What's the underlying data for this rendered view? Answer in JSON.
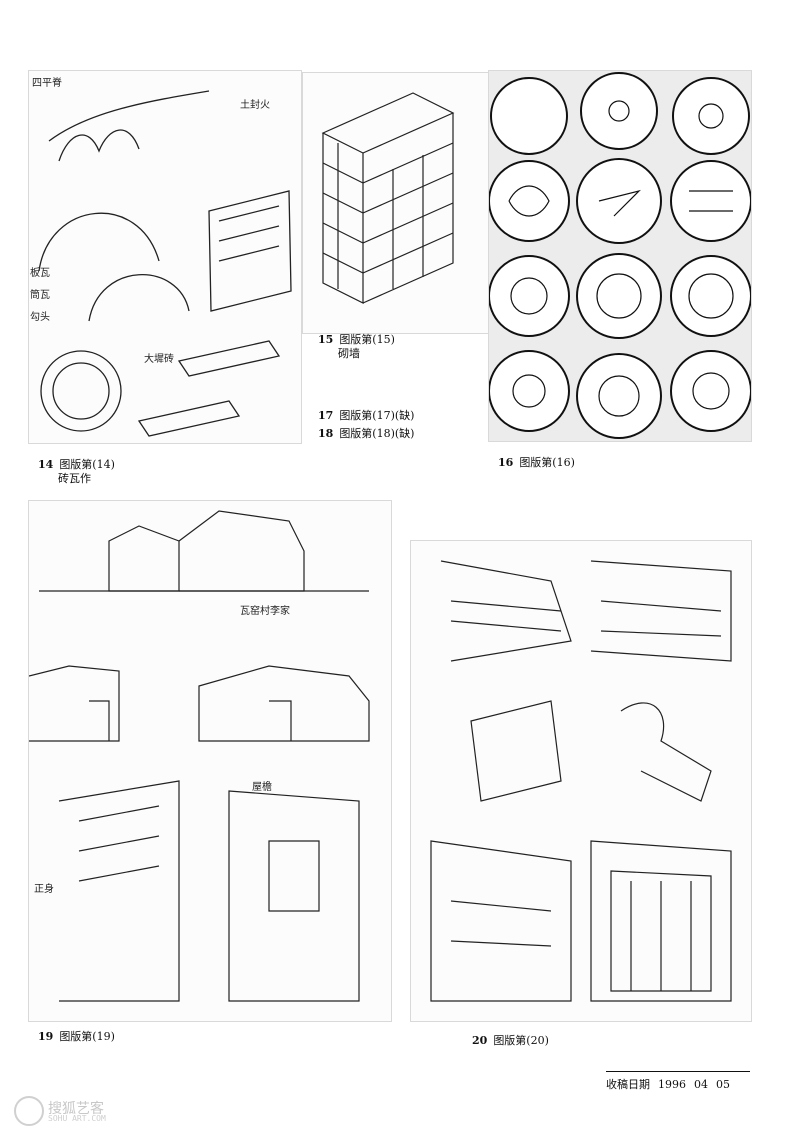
{
  "plates": {
    "p14": {
      "number": "14",
      "title": "图版第(14)",
      "subtitle": "砖瓦作"
    },
    "p15": {
      "number": "15",
      "title": "图版第(15)",
      "subtitle": "砌墙"
    },
    "p17": {
      "number": "17",
      "title": "图版第(17)(缺)"
    },
    "p18": {
      "number": "18",
      "title": "图版第(18)(缺)"
    },
    "p16": {
      "number": "16",
      "title": "图版第(16)"
    },
    "p19": {
      "number": "19",
      "title": "图版第(19)"
    },
    "p20": {
      "number": "20",
      "title": "图版第(20)"
    }
  },
  "sketch_notes": {
    "n1": "四平脊",
    "n2": "土封火",
    "n3": "板瓦",
    "n4": "筒瓦",
    "n5": "勾头",
    "n6": "大墀砖",
    "n7": "瓦窑村李家",
    "n8": "屋檐",
    "n9": "正身"
  },
  "footer": {
    "label": "收稿日期",
    "year": "1996",
    "month": "04",
    "day": "05"
  },
  "watermark": {
    "name": "搜狐艺客",
    "url": "SOHU ART.COM"
  }
}
